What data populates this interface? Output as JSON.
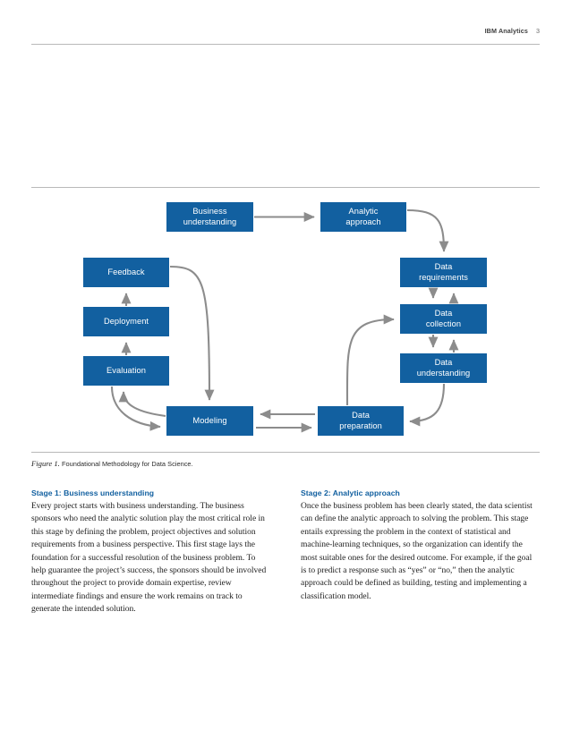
{
  "header": {
    "brand": "IBM Analytics",
    "page_number": "3"
  },
  "figure": {
    "caption_label": "Figure 1.",
    "caption_text": "Foundational Methodology for Data Science.",
    "accent_color": "#1260A0",
    "connector_color": "#8c8c8c",
    "nodes": [
      {
        "id": "business-understanding",
        "label": "Business\nunderstanding"
      },
      {
        "id": "analytic-approach",
        "label": "Analytic\napproach"
      },
      {
        "id": "data-requirements",
        "label": "Data\nrequirements"
      },
      {
        "id": "data-collection",
        "label": "Data\ncollection"
      },
      {
        "id": "data-understanding",
        "label": "Data\nunderstanding"
      },
      {
        "id": "feedback",
        "label": "Feedback"
      },
      {
        "id": "deployment",
        "label": "Deployment"
      },
      {
        "id": "evaluation",
        "label": "Evaluation"
      },
      {
        "id": "modeling",
        "label": "Modeling"
      },
      {
        "id": "data-preparation",
        "label": "Data\npreparation"
      }
    ],
    "edges": [
      {
        "from": "business-understanding",
        "to": "data-requirements",
        "style": "straight"
      },
      {
        "from": "analytic-approach",
        "to": "data-requirements",
        "style": "curved"
      },
      {
        "from": "data-requirements",
        "to": "data-collection",
        "style": "bidirectional"
      },
      {
        "from": "data-collection",
        "to": "data-understanding",
        "style": "bidirectional"
      },
      {
        "from": "data-understanding",
        "to": "data-preparation",
        "style": "curved"
      },
      {
        "from": "data-preparation",
        "to": "data-collection",
        "style": "curved"
      },
      {
        "from": "data-preparation",
        "to": "modeling",
        "style": "bidirectional"
      },
      {
        "from": "modeling",
        "to": "evaluation",
        "style": "bidirectional-curved"
      },
      {
        "from": "evaluation",
        "to": "deployment",
        "style": "straight"
      },
      {
        "from": "deployment",
        "to": "feedback",
        "style": "straight"
      },
      {
        "from": "feedback",
        "to": "modeling",
        "style": "curved"
      }
    ]
  },
  "body": {
    "columns": [
      {
        "heading": "Stage 1: Business understanding",
        "text": "Every project starts with business understanding. The business sponsors who need the analytic solution play the most critical role in this stage by defining the problem, project objectives and solution requirements from a business perspective. This first stage lays the foundation for a successful resolution of the business problem. To help guarantee the project’s success, the sponsors should be involved throughout the project to provide domain expertise, review intermediate findings and ensure the work remains on track to generate the intended solution."
      },
      {
        "heading": "Stage 2: Analytic approach",
        "text": "Once the business problem has been clearly stated, the data scientist can define the analytic approach to solving the problem. This stage entails expressing the problem in the context of statistical and machine-learning techniques, so the organization can identify the most suitable ones for the desired outcome. For example, if the goal is to predict a response such as “yes” or “no,” then the analytic approach could be defined as building, testing and implementing a classification model."
      }
    ]
  }
}
